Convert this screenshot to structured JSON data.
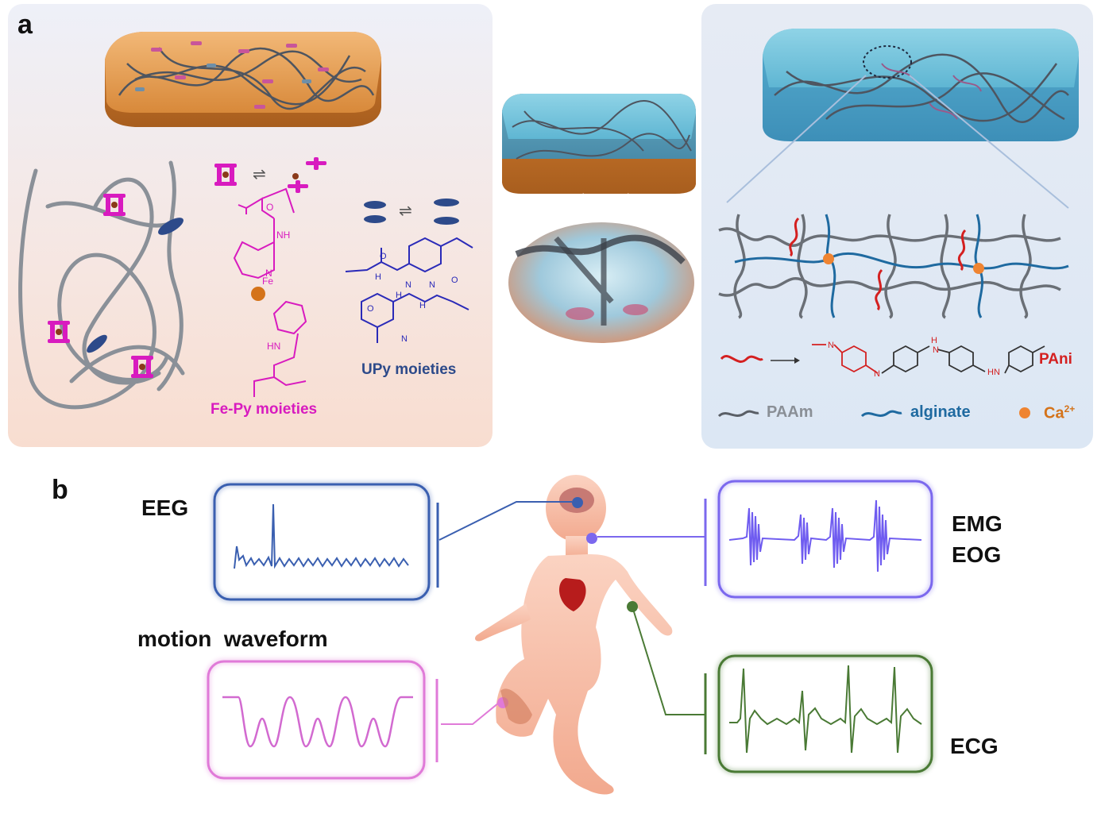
{
  "panel_a": {
    "label": "a",
    "fepy_caption": "Fe-Py moieties",
    "upy_caption": "UPy moieties",
    "pani_label": "PAni",
    "legend": {
      "paam": "PAAm",
      "alginate": "alginate",
      "ca": "Ca",
      "ca_charge": "2+"
    },
    "chem_atoms": {
      "nh": "NH",
      "n": "N",
      "o": "O",
      "h": "H",
      "hn": "HN",
      "fe": "Fe"
    }
  },
  "panel_b": {
    "label": "b",
    "eeg": "EEG",
    "emg": "EMG",
    "eog": "EOG",
    "motion": "motion  waveform",
    "ecg": "ECG"
  },
  "colors": {
    "fepy": "#d81bbf",
    "upy": "#2a2ab8",
    "pani": "#d42020",
    "eeg": "#3a5fb0",
    "emg": "#6f5cf0",
    "motion": "#e07ad8",
    "ecg": "#4a7a35",
    "paam": "#5a5f66",
    "alginate": "#1f6aa0",
    "ca": "#ef8431"
  }
}
